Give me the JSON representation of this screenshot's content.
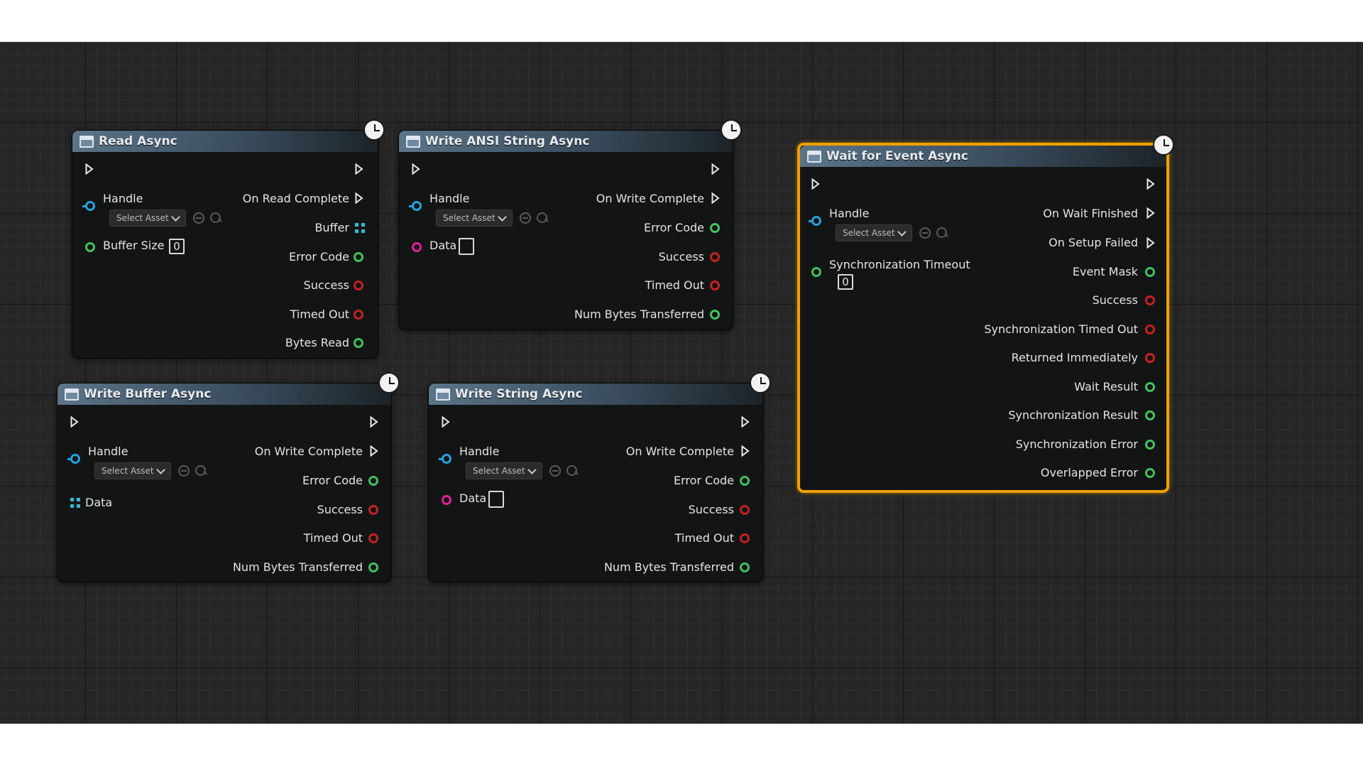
{
  "nodes": {
    "read_async": {
      "title": "Read Async",
      "inputs": {
        "handle": "Handle",
        "handle_placeholder": "Select Asset",
        "buffer_size": "Buffer Size",
        "buffer_size_value": "0"
      },
      "outputs": [
        "On Read Complete",
        "Buffer",
        "Error Code",
        "Success",
        "Timed Out",
        "Bytes Read"
      ]
    },
    "write_ansi_string_async": {
      "title": "Write ANSI String Async",
      "inputs": {
        "handle": "Handle",
        "handle_placeholder": "Select Asset",
        "data": "Data"
      },
      "outputs": [
        "On Write Complete",
        "Error Code",
        "Success",
        "Timed Out",
        "Num Bytes Transferred"
      ]
    },
    "wait_for_event_async": {
      "title": "Wait for Event Async",
      "inputs": {
        "handle": "Handle",
        "handle_placeholder": "Select Asset",
        "sync_timeout": "Synchronization Timeout",
        "sync_timeout_value": "0"
      },
      "outputs": [
        "On Wait Finished",
        "On Setup Failed",
        "Event Mask",
        "Success",
        "Synchronization Timed Out",
        "Returned Immediately",
        "Wait Result",
        "Synchronization Result",
        "Synchronization Error",
        "Overlapped Error"
      ]
    },
    "write_buffer_async": {
      "title": "Write Buffer Async",
      "inputs": {
        "handle": "Handle",
        "handle_placeholder": "Select Asset",
        "data": "Data"
      },
      "outputs": [
        "On Write Complete",
        "Error Code",
        "Success",
        "Timed Out",
        "Num Bytes Transferred"
      ]
    },
    "write_string_async": {
      "title": "Write String Async",
      "inputs": {
        "handle": "Handle",
        "handle_placeholder": "Select Asset",
        "data": "Data"
      },
      "outputs": [
        "On Write Complete",
        "Error Code",
        "Success",
        "Timed Out",
        "Num Bytes Transferred"
      ]
    }
  },
  "colors": {
    "graph_background": "#262626",
    "selection_outline": "#f0a000",
    "pin_green": "#44c060",
    "pin_red": "#c42020",
    "pin_blue": "#27a2e0",
    "pin_magenta": "#e0209a",
    "pin_cyan": "#35b8d6"
  },
  "icons": {
    "node_header": "function-icon",
    "latent": "clock-icon",
    "exec": "exec-arrow-icon",
    "browse": "browse-icon",
    "search": "search-icon"
  }
}
